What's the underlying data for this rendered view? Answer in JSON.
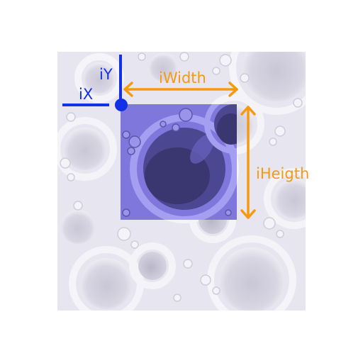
{
  "labels": {
    "ix": "iX",
    "iy": "iY",
    "width": "iWidth",
    "height": "iHeigth"
  },
  "colors": {
    "texture_base": "#e6e4ee",
    "texture_bubble": "#d0cedb",
    "texture_highlight": "#f4f3f8",
    "selection": "#7b74d8",
    "origin_marker": "#1230e8",
    "dimension_arrows": "#f59a10"
  },
  "icons": {
    "origin": "origin-dot-icon",
    "double_arrow": "double-arrow-icon"
  }
}
